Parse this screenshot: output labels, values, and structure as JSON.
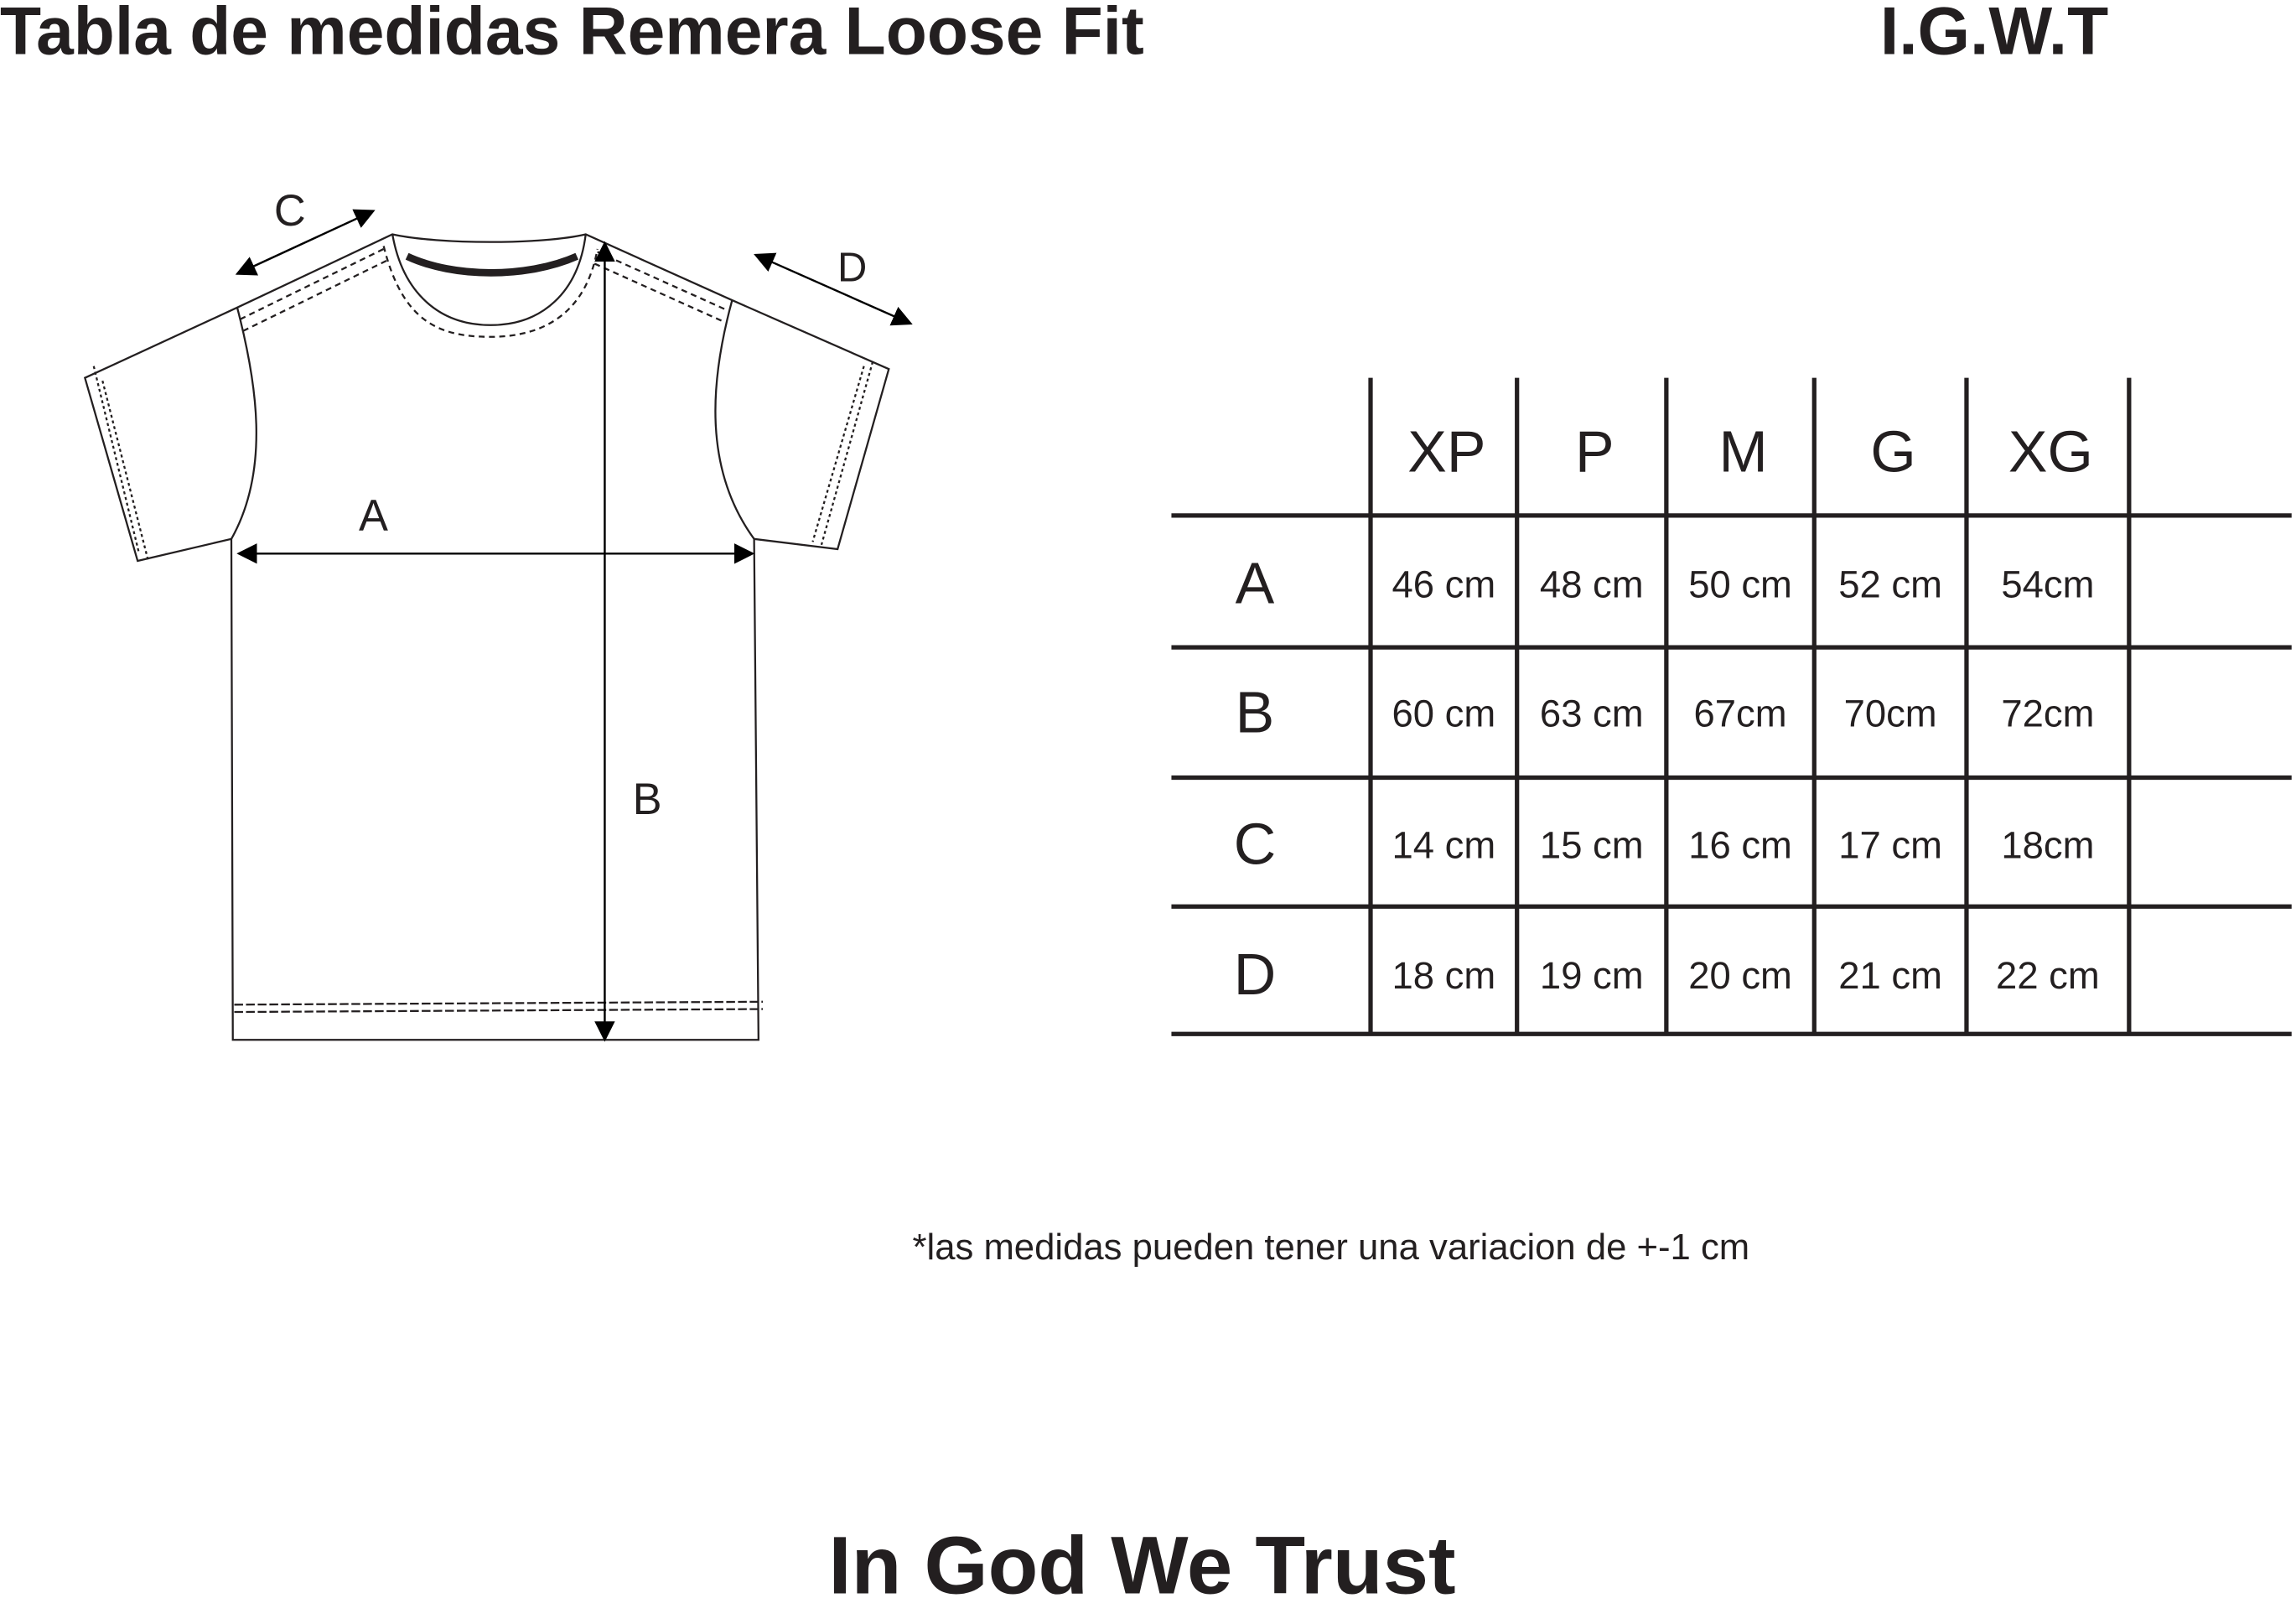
{
  "title": "Tabla de medidas Remera Loose Fit",
  "brand": "I.G.W.T",
  "diagram": {
    "labels": {
      "a": "A",
      "b": "B",
      "c": "C",
      "d": "D"
    }
  },
  "table": {
    "columns": [
      "XP",
      "P",
      "M",
      "G",
      "XG"
    ],
    "rows": [
      {
        "label": "A",
        "values": [
          "46 cm",
          "48 cm",
          "50 cm",
          "52 cm",
          "54cm"
        ]
      },
      {
        "label": "B",
        "values": [
          "60 cm",
          "63 cm",
          "67cm",
          "70cm",
          "72cm"
        ]
      },
      {
        "label": "C",
        "values": [
          "14 cm",
          "15 cm",
          "16 cm",
          "17 cm",
          "18cm"
        ]
      },
      {
        "label": "D",
        "values": [
          "18 cm",
          "19 cm",
          "20 cm",
          "21 cm",
          "22 cm"
        ]
      }
    ]
  },
  "note": "*las medidas pueden tener una variacion de +-1 cm",
  "footer": "In God We Trust"
}
